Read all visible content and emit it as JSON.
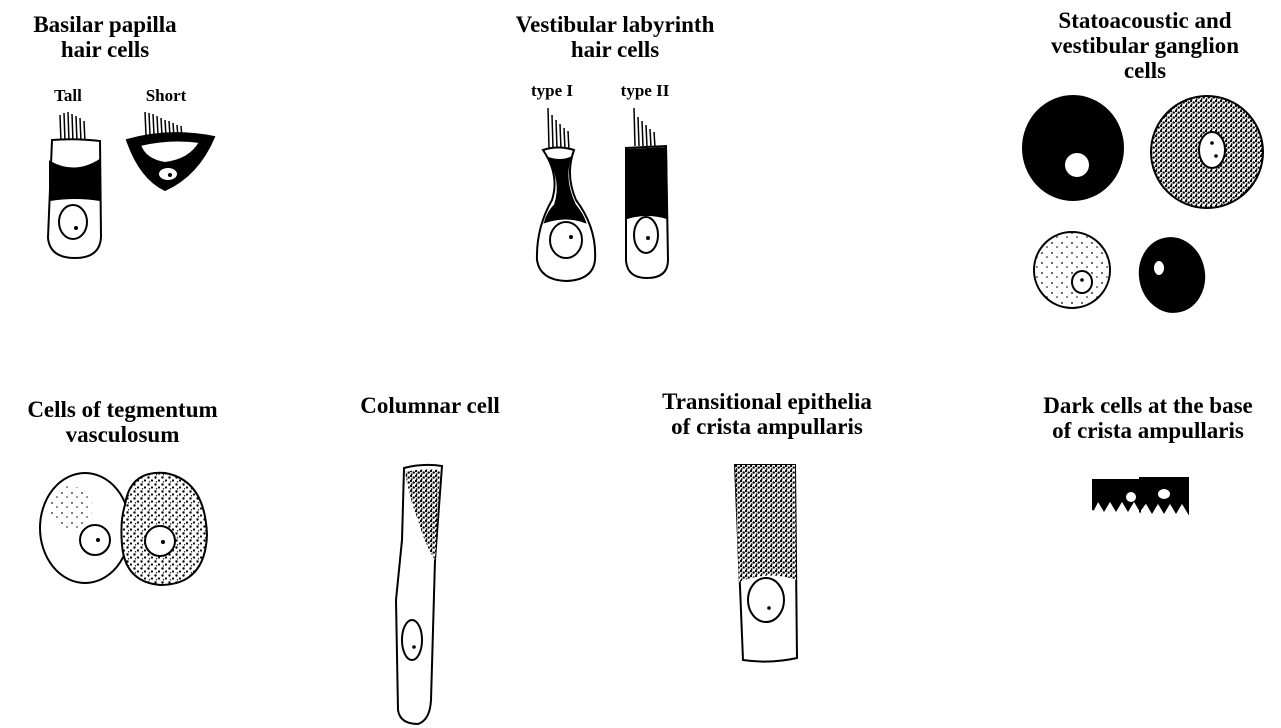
{
  "panels": {
    "basilar": {
      "title": "Basilar papilla\nhair cells",
      "labels": [
        "Tall",
        "Short"
      ]
    },
    "vestibular": {
      "title": "Vestibular labyrinth\nhair cells",
      "labels": [
        "type I",
        "type II"
      ]
    },
    "ganglion": {
      "title": "Statoacoustic and\nvestibular ganglion\ncells"
    },
    "tegmentum": {
      "title": "Cells of tegmentum\nvasculosum"
    },
    "columnar": {
      "title": "Columnar cell"
    },
    "transitional": {
      "title": "Transitional epithelia\nof crista ampullaris"
    },
    "dark": {
      "title": "Dark cells at the base\nof crista ampullaris"
    }
  },
  "style": {
    "ink": "#000000",
    "background": "#ffffff"
  }
}
